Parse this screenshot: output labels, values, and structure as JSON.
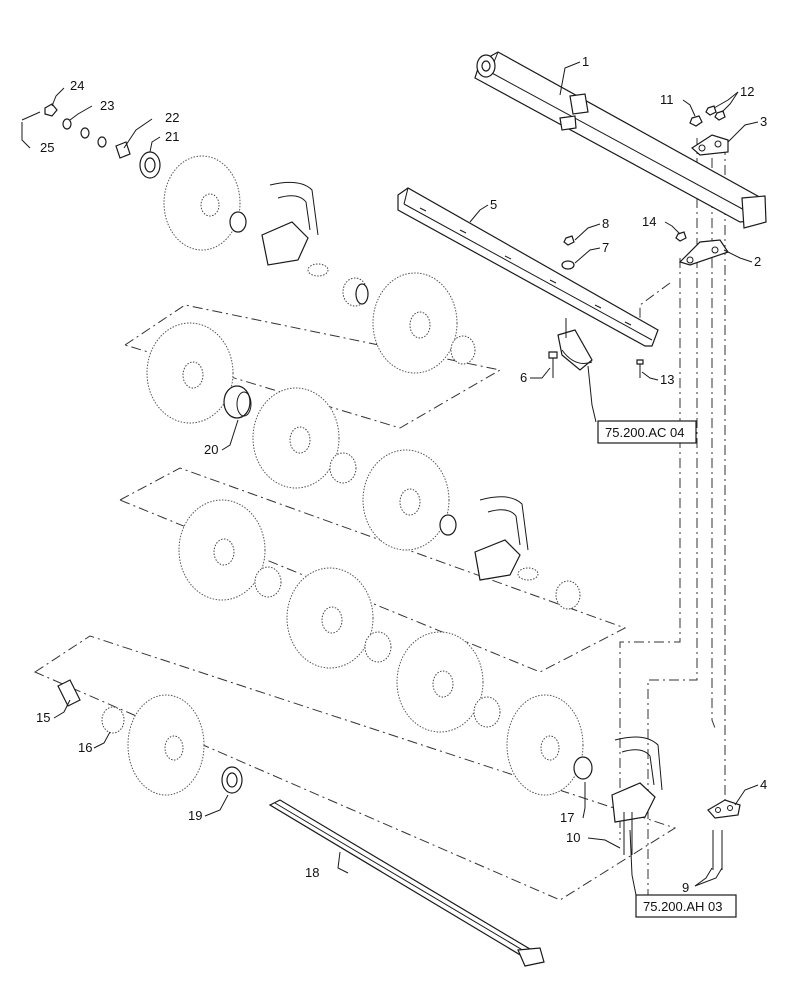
{
  "callouts": {
    "c1": "1",
    "c2": "2",
    "c3": "3",
    "c4": "4",
    "c5": "5",
    "c6": "6",
    "c7": "7",
    "c8": "8",
    "c9": "9",
    "c10": "10",
    "c11": "11",
    "c12": "12",
    "c13": "13",
    "c14": "14",
    "c15": "15",
    "c16": "16",
    "c17": "17",
    "c18": "18",
    "c19": "19",
    "c20": "20",
    "c21": "21",
    "c22": "22",
    "c23": "23",
    "c24": "24",
    "c25": "25"
  },
  "references": {
    "ac04": "75.200.AC 04",
    "ah03": "75.200.AH 03"
  }
}
